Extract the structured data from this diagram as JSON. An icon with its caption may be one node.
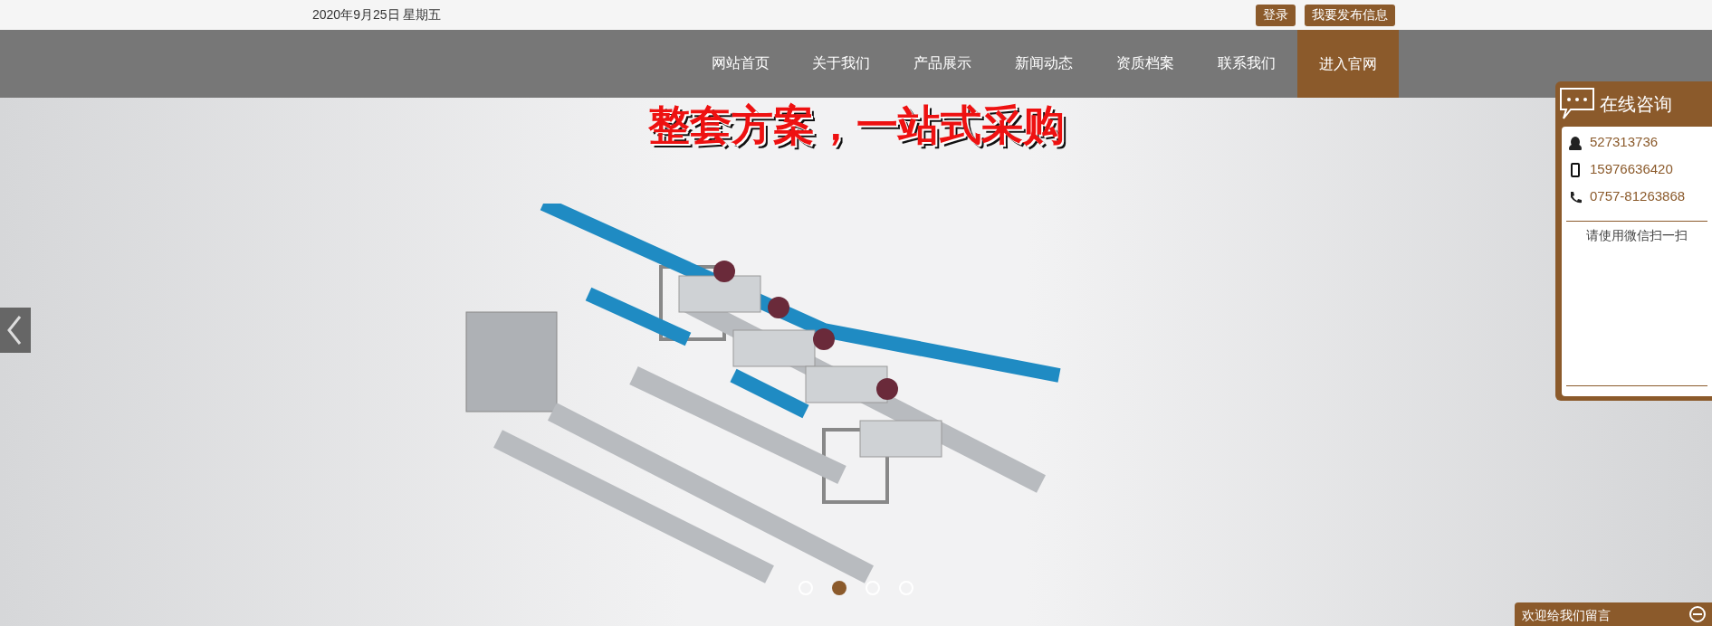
{
  "diagram": {
    "labels": [
      "2020年9月25日 星期五",
      "登录",
      "我要发布信息",
      "网站首页",
      "关于我们",
      "产品展示",
      "新闻动态",
      "资质档案",
      "联系我们",
      "进入官网",
      "整套方案，一站式采购",
      "在线咨询",
      "527313736",
      "15976636420",
      "0757-81263868",
      "请使用微信扫一扫",
      "欢迎给我们留言"
    ]
  }
}
